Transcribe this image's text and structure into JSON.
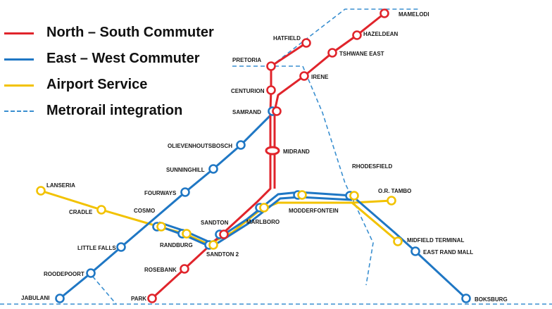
{
  "colors": {
    "north_south": "#e0242b",
    "east_west": "#1f77c4",
    "airport": "#f2c200",
    "metrorail": "#3a8fd0"
  },
  "legend": [
    {
      "label": "North – South Commuter",
      "style": "solid",
      "color_key": "north_south"
    },
    {
      "label": "East – West Commuter",
      "style": "solid",
      "color_key": "east_west"
    },
    {
      "label": "Airport Service",
      "style": "solid",
      "color_key": "airport"
    },
    {
      "label": "Metrorail integration",
      "style": "dashed",
      "color_key": "metrorail"
    }
  ],
  "stations": [
    {
      "id": "mamelodi",
      "name": "MAMELODI"
    },
    {
      "id": "hatfield",
      "name": "HATFIELD"
    },
    {
      "id": "hazeldean",
      "name": "HAZELDEAN"
    },
    {
      "id": "pretoria",
      "name": "PRETORIA"
    },
    {
      "id": "tshwane_east",
      "name": "TSHWANE EAST"
    },
    {
      "id": "irene",
      "name": "IRENE"
    },
    {
      "id": "centurion",
      "name": "CENTURION"
    },
    {
      "id": "samrand",
      "name": "SAMRAND"
    },
    {
      "id": "midrand",
      "name": "MIDRAND"
    },
    {
      "id": "olievenhoutsbosch",
      "name": "OLIEVENHOUTSBOSCH"
    },
    {
      "id": "sunninghill",
      "name": "SUNNINGHILL"
    },
    {
      "id": "rhodesfield",
      "name": "RHODESFIELD"
    },
    {
      "id": "lanseria",
      "name": "LANSERIA"
    },
    {
      "id": "fourways",
      "name": "FOURWAYS"
    },
    {
      "id": "or_tambo",
      "name": "O.R. TAMBO"
    },
    {
      "id": "cradle",
      "name": "CRADLE"
    },
    {
      "id": "cosmo",
      "name": "COSMO"
    },
    {
      "id": "modderfontein",
      "name": "MODDERFONTEIN"
    },
    {
      "id": "sandton",
      "name": "SANDTON"
    },
    {
      "id": "marlboro",
      "name": "MARLBORO"
    },
    {
      "id": "randburg",
      "name": "RANDBURG"
    },
    {
      "id": "midfield_terminal",
      "name": "MIDFIELD TERMINAL"
    },
    {
      "id": "little_falls",
      "name": "LITTLE FALLS"
    },
    {
      "id": "sandton_2",
      "name": "SANDTON 2"
    },
    {
      "id": "east_rand_mall",
      "name": "EAST RAND MALL"
    },
    {
      "id": "roodepoort",
      "name": "ROODEPOORT"
    },
    {
      "id": "rosebank",
      "name": "ROSEBANK"
    },
    {
      "id": "jabulani",
      "name": "JABULANI"
    },
    {
      "id": "park",
      "name": "PARK"
    },
    {
      "id": "boksburg",
      "name": "BOKSBURG"
    }
  ]
}
